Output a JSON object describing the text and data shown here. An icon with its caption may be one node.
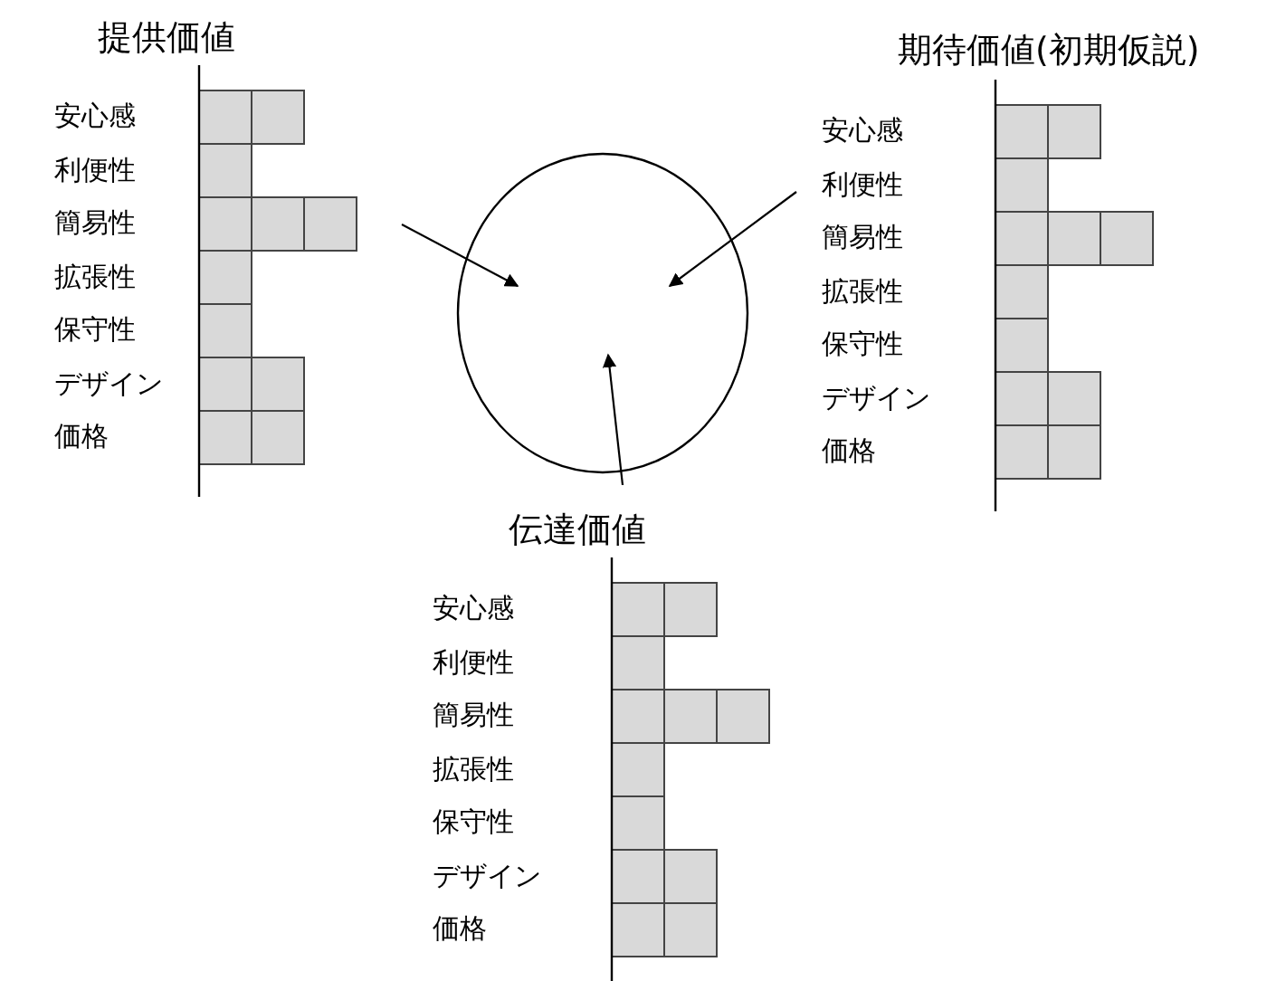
{
  "diagram": {
    "nodes": [
      {
        "text": [
          "提供価値",
          "安心感",
          "利便性",
          "簡易性",
          "拡張性",
          "保守性",
          "デザイン",
          "価格"
        ]
      },
      {
        "text": [
          "期待価値(初期仮説)",
          "安心感",
          "利便性",
          "簡易性",
          "拡張性",
          "保守性",
          "デザイン",
          "価格"
        ]
      },
      {
        "text": [
          "伝達価値",
          "安心感",
          "利便性",
          "簡易性",
          "拡張性",
          "保守性",
          "デザイン",
          "価格"
        ]
      },
      {
        "text": [],
        "shape": "circle"
      }
    ],
    "edges": [
      {
        "from": null,
        "to": 3,
        "arrow": "to"
      },
      {
        "from": null,
        "to": 3,
        "arrow": "to"
      },
      {
        "from": null,
        "to": 3,
        "arrow": "to"
      }
    ]
  }
}
